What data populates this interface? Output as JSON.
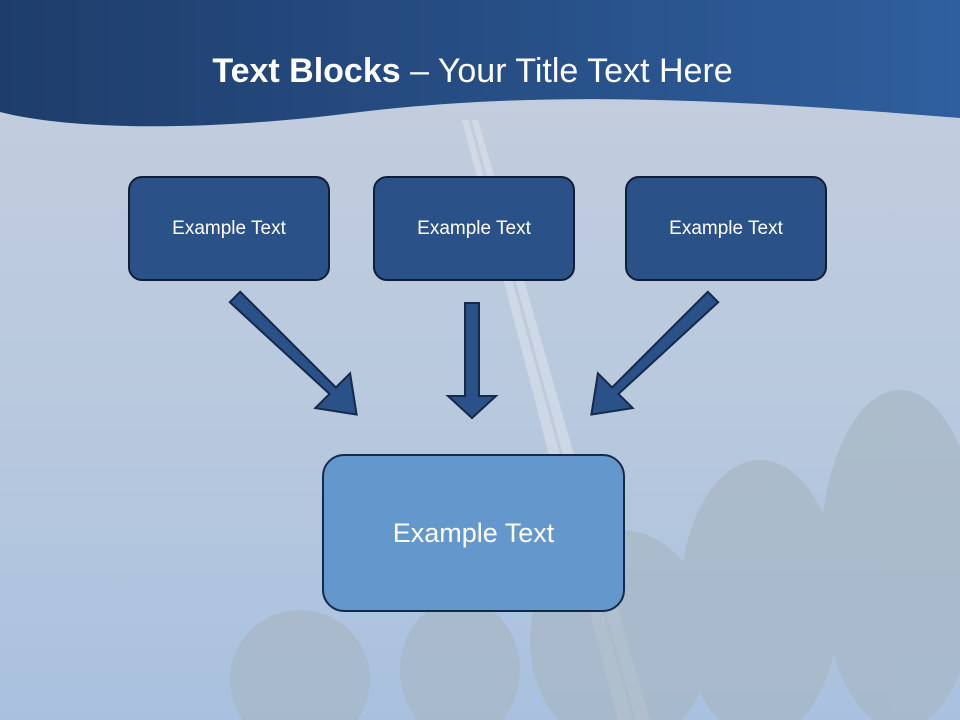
{
  "slide": {
    "title_bold": "Text Blocks",
    "title_dash": " – ",
    "title_rest": "Your Title Text Here"
  },
  "boxes": {
    "left": "Example Text",
    "center": "Example Text",
    "right": "Example Text",
    "bottom": "Example Text"
  },
  "colors": {
    "header": "#2a5289",
    "small_box": "#2a5289",
    "big_box": "#6497cb",
    "arrow_fill": "#2a5289",
    "arrow_stroke": "#15294a"
  }
}
